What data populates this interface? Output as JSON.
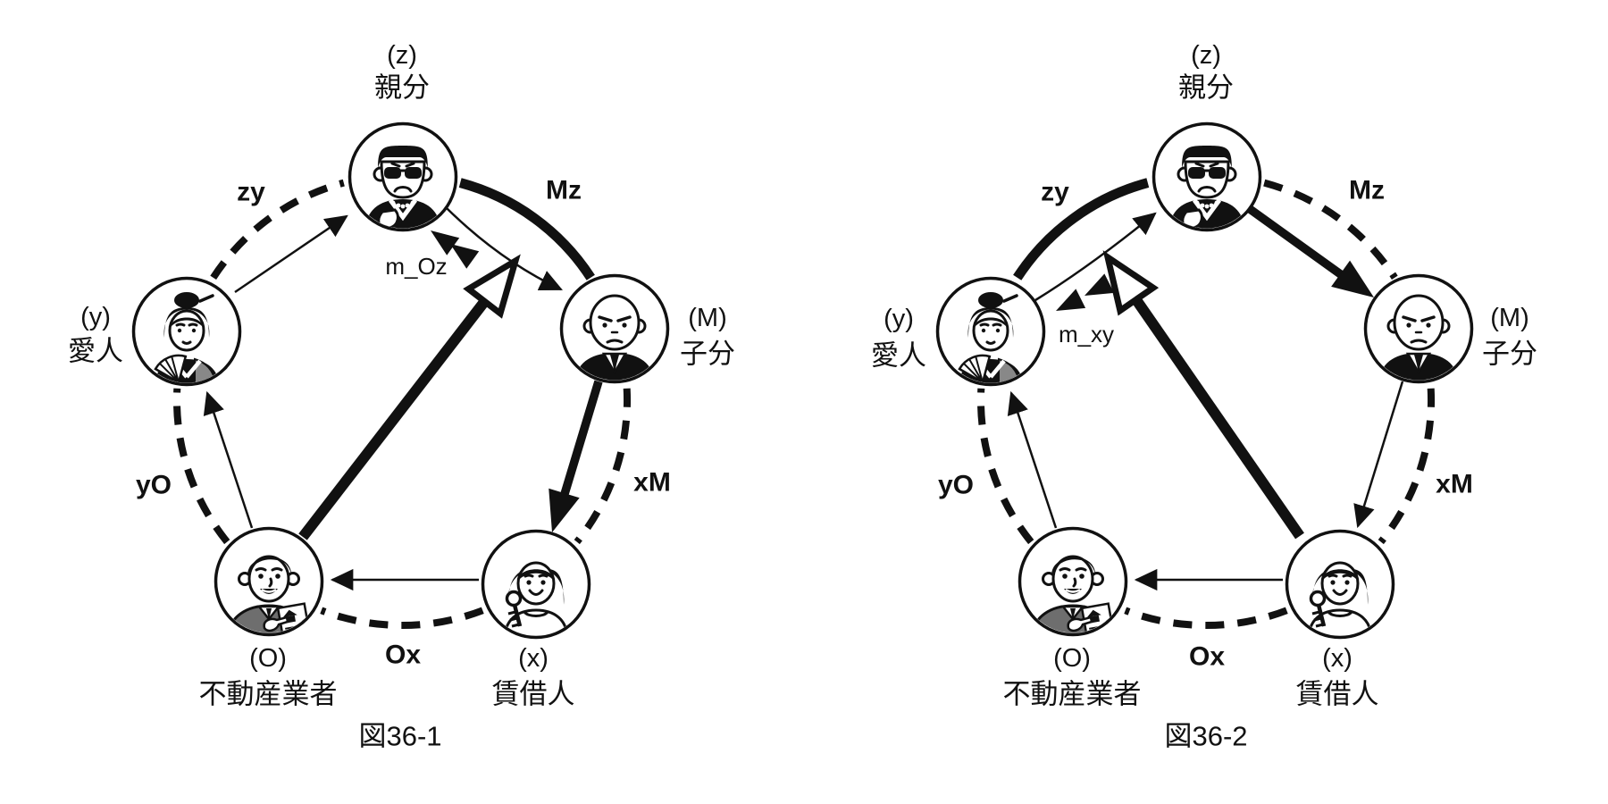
{
  "diagram": {
    "type": "relationship-pentagon-pair",
    "figures": [
      {
        "caption": "図36-1",
        "nodes": {
          "z": {
            "code": "(z)",
            "name": "親分",
            "avatar": "boss-sunglasses-man"
          },
          "M": {
            "code": "(M)",
            "name": "子分",
            "avatar": "bald-henchman-in-suit"
          },
          "x": {
            "code": "(x)",
            "name": "賃借人",
            "avatar": "woman-holding-key"
          },
          "O": {
            "code": "(O)",
            "name": "不動産業者",
            "avatar": "realtor-with-document"
          },
          "y": {
            "code": "(y)",
            "name": "愛人",
            "avatar": "kimono-woman-with-fan"
          }
        },
        "edge_labels": {
          "zy": "zy",
          "Mz": "Mz",
          "yO": "yO",
          "Ox": "Ox",
          "xM": "xM"
        },
        "money_label": "m_Oz",
        "relations": [
          {
            "label": "zy",
            "between": [
              "z",
              "y"
            ],
            "arc_style": "dashed",
            "payment_arrow": "y→z thin"
          },
          {
            "label": "Mz",
            "between": [
              "M",
              "z"
            ],
            "arc_style": "solid-thick",
            "payment_arrow": "z→M thin"
          },
          {
            "label": "xM",
            "between": [
              "x",
              "M"
            ],
            "arc_style": "dashed",
            "payment_arrow": "M→x thick-filled"
          },
          {
            "label": "Ox",
            "between": [
              "O",
              "x"
            ],
            "arc_style": "dashed",
            "payment_arrow": "x→O thin"
          },
          {
            "label": "yO",
            "between": [
              "y",
              "O"
            ],
            "arc_style": "dashed",
            "payment_arrow": "O→y thin"
          }
        ],
        "money_flow": {
          "label": "m_Oz",
          "big_open_arrow": "from O pointing at the z–M payment line",
          "double_arrowheads_point_to": "z"
        }
      },
      {
        "caption": "図36-2",
        "nodes": {
          "z": {
            "code": "(z)",
            "name": "親分",
            "avatar": "boss-sunglasses-man"
          },
          "M": {
            "code": "(M)",
            "name": "子分",
            "avatar": "bald-henchman-in-suit"
          },
          "x": {
            "code": "(x)",
            "name": "賃借人",
            "avatar": "woman-holding-key"
          },
          "O": {
            "code": "(O)",
            "name": "不動産業者",
            "avatar": "realtor-with-document"
          },
          "y": {
            "code": "(y)",
            "name": "愛人",
            "avatar": "kimono-woman-with-fan"
          }
        },
        "edge_labels": {
          "zy": "zy",
          "Mz": "Mz",
          "yO": "yO",
          "Ox": "Ox",
          "xM": "xM"
        },
        "money_label": "m_xy",
        "relations": [
          {
            "label": "zy",
            "between": [
              "z",
              "y"
            ],
            "arc_style": "solid-thick",
            "payment_arrow": "y→z thin"
          },
          {
            "label": "Mz",
            "between": [
              "M",
              "z"
            ],
            "arc_style": "dashed",
            "payment_arrow": "z→M thick-filled"
          },
          {
            "label": "xM",
            "between": [
              "x",
              "M"
            ],
            "arc_style": "dashed",
            "payment_arrow": "M→x thin"
          },
          {
            "label": "Ox",
            "between": [
              "O",
              "x"
            ],
            "arc_style": "dashed",
            "payment_arrow": "x→O thin"
          },
          {
            "label": "yO",
            "between": [
              "y",
              "O"
            ],
            "arc_style": "dashed",
            "payment_arrow": "O→y thin"
          }
        ],
        "money_flow": {
          "label": "m_xy",
          "big_open_arrow": "from x pointing at the y–z payment line",
          "double_arrowheads_point_to": "y"
        }
      }
    ]
  }
}
